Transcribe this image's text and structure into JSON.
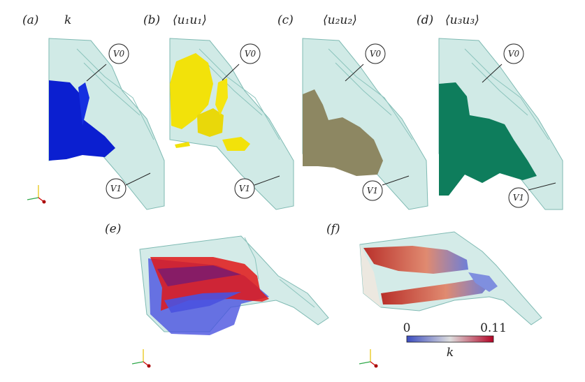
{
  "panels": [
    {
      "tag": "(a)",
      "title": "k"
    },
    {
      "tag": "(b)",
      "title": "⟨u₁u₁⟩"
    },
    {
      "tag": "(c)",
      "title": "⟨u₂u₂⟩"
    },
    {
      "tag": "(d)",
      "title": "⟨u₃u₃⟩"
    },
    {
      "tag": "(e)",
      "title": ""
    },
    {
      "tag": "(f)",
      "title": ""
    }
  ],
  "callouts": {
    "v0": "V0",
    "v1": "V1"
  },
  "colorbar": {
    "min": "0",
    "max": "0.11",
    "label": "k",
    "colors": [
      "#3b4cc0",
      "#dddddd",
      "#b40426"
    ]
  },
  "colors": {
    "vessel": "#a9d8d2",
    "k_iso": "#0b1fd0",
    "u1u1_iso": "#f2e20a",
    "u2u2_iso": "#8d8762",
    "u3u3_iso": "#0e7d5c",
    "e_red": "#e01818",
    "e_blue": "#4a52e0"
  },
  "icons": [
    "axes-triad-icon"
  ]
}
